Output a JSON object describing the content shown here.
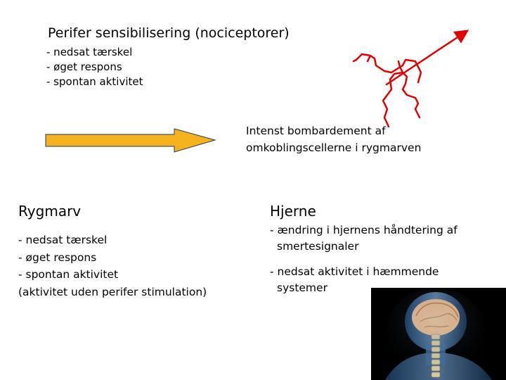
{
  "peripheral": {
    "title": "Perifer sensibilisering (nociceptorer)",
    "items": [
      "- nedsat tærskel",
      "- øget respons",
      "- spontan aktivitet"
    ]
  },
  "intense": {
    "line1": "Intenst bombardement af",
    "line2": "omkoblingscellerne i rygmarven"
  },
  "spinal": {
    "title": "Rygmarv",
    "items": [
      "- nedsat tærskel",
      "- øget respons",
      "- spontan aktivitet",
      "(aktivitet uden perifer stimulation)"
    ]
  },
  "brain": {
    "title": "Hjerne",
    "items": [
      "- ændring i hjernens håndtering af smertesignaler",
      "- nedsat aktivitet i hæmmende systemer"
    ]
  },
  "colors": {
    "arrow_fill": "#f5b21c",
    "arrow_stroke": "#1f3a5f",
    "nerve": "#e10000"
  },
  "icons": [
    "nerve-ending-icon",
    "brain-spine-image"
  ]
}
